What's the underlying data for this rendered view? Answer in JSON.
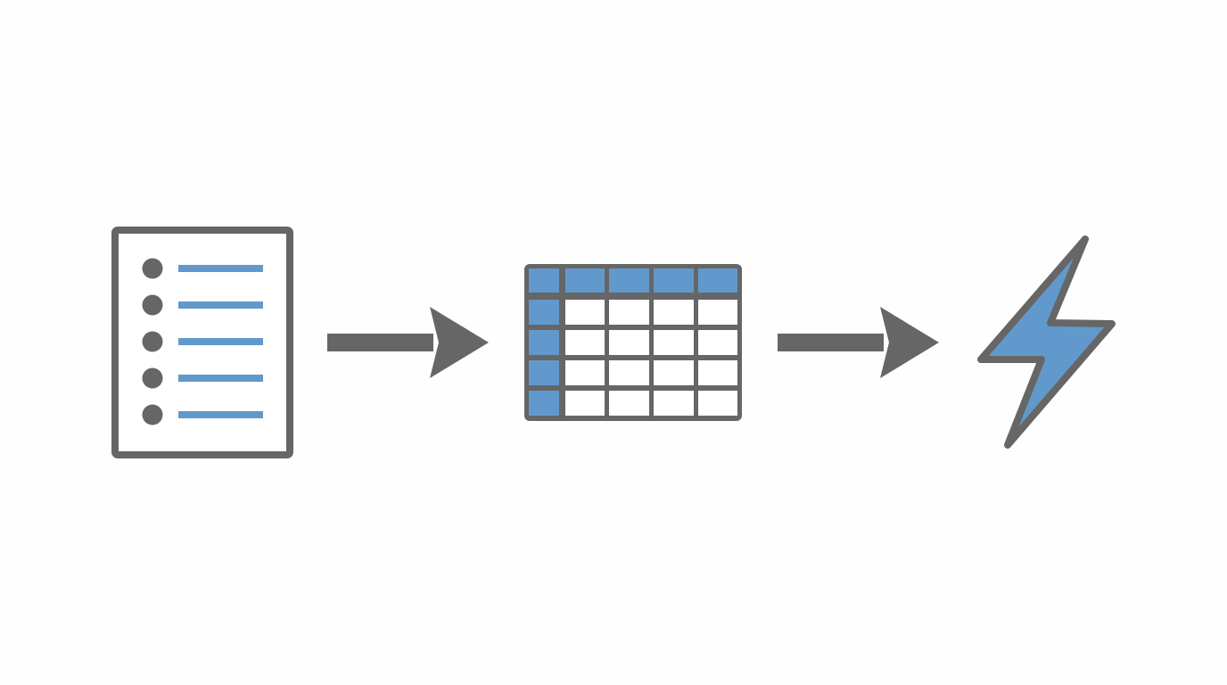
{
  "colors": {
    "stroke": "#666666",
    "accent": "#6199cc",
    "background": "#fefefe",
    "cell": "#ffffff"
  },
  "nodes": [
    {
      "id": "document",
      "icon": "bulleted-document-icon",
      "list_items": 5
    },
    {
      "id": "table",
      "icon": "table-grid-icon",
      "rows": 5,
      "columns": 5
    },
    {
      "id": "bolt",
      "icon": "lightning-bolt-icon"
    }
  ],
  "edges": [
    {
      "from": "document",
      "to": "table",
      "icon": "arrow-right-icon"
    },
    {
      "from": "table",
      "to": "bolt",
      "icon": "arrow-right-icon"
    }
  ]
}
